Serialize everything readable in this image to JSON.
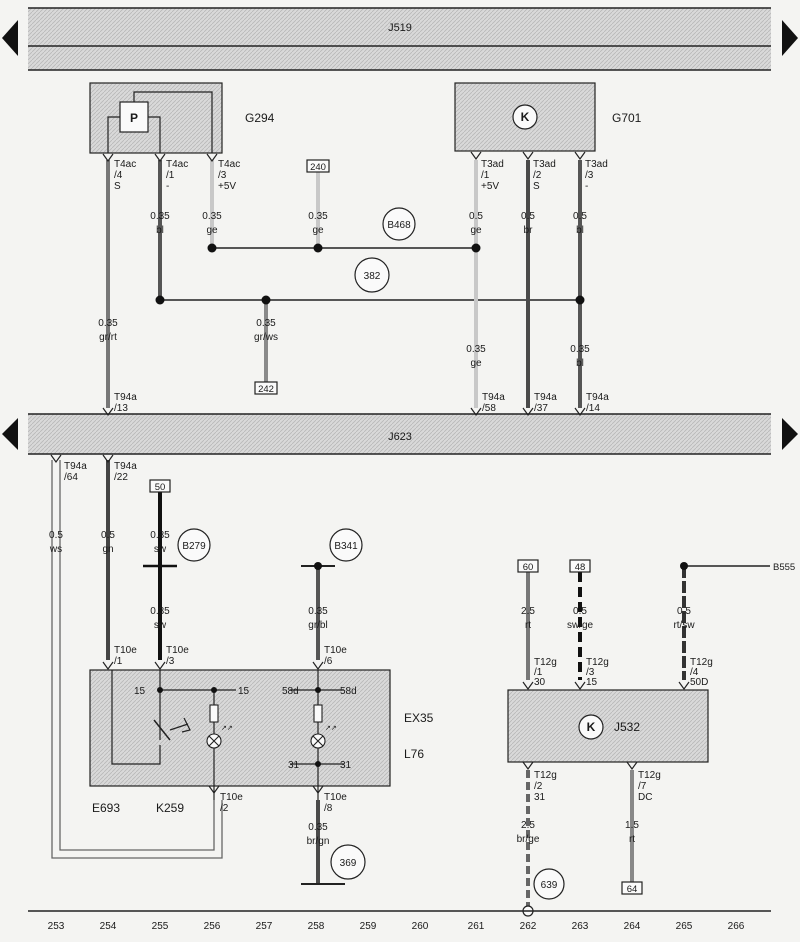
{
  "buses": {
    "top": {
      "label": "J519"
    },
    "mid": {
      "label": "J623"
    }
  },
  "components": {
    "g294": {
      "label": "G294",
      "symbol": "P"
    },
    "g701": {
      "label": "G701",
      "symbol": "K"
    },
    "j532": {
      "label": "J532",
      "symbol": "K"
    },
    "ex35": {
      "label": "EX35"
    },
    "l76": {
      "label": "L76"
    },
    "e693": {
      "label": "E693"
    },
    "k259": {
      "label": "K259"
    }
  },
  "connectors": {
    "g294_s": {
      "l1": "T4ac",
      "l2": "/4",
      "l3": "S"
    },
    "g294_m": {
      "l1": "T4ac",
      "l2": "/1",
      "l3": "-"
    },
    "g294_p": {
      "l1": "T4ac",
      "l2": "/3",
      "l3": "+5V"
    },
    "g701_p": {
      "l1": "T3ad",
      "l2": "/1",
      "l3": "+5V"
    },
    "g701_s": {
      "l1": "T3ad",
      "l2": "/2",
      "l3": "S"
    },
    "g701_m": {
      "l1": "T3ad",
      "l2": "/3",
      "l3": "-"
    },
    "t94a_13": {
      "l1": "T94a",
      "l2": "/13"
    },
    "t94a_58": {
      "l1": "T94a",
      "l2": "/58"
    },
    "t94a_37": {
      "l1": "T94a",
      "l2": "/37"
    },
    "t94a_14": {
      "l1": "T94a",
      "l2": "/14"
    },
    "t94a_64": {
      "l1": "T94a",
      "l2": "/64"
    },
    "t94a_22": {
      "l1": "T94a",
      "l2": "/22"
    },
    "t10e_1": {
      "l1": "T10e",
      "l2": "/1"
    },
    "t10e_3": {
      "l1": "T10e",
      "l2": "/3"
    },
    "t10e_6": {
      "l1": "T10e",
      "l2": "/6"
    },
    "t10e_2": {
      "l1": "T10e",
      "l2": "/2"
    },
    "t10e_8": {
      "l1": "T10e",
      "l2": "/8"
    },
    "t12g_1": {
      "l1": "T12g",
      "l2": "/1",
      "l3": "30"
    },
    "t12g_3": {
      "l1": "T12g",
      "l2": "/3",
      "l3": "15"
    },
    "t12g_4": {
      "l1": "T12g",
      "l2": "/4",
      "l3": "50D"
    },
    "t12g_2": {
      "l1": "T12g",
      "l2": "/2",
      "l3": "31"
    },
    "t12g_7": {
      "l1": "T12g",
      "l2": "/7",
      "l3": "DC"
    }
  },
  "wires": {
    "w254a": {
      "size": "0.35",
      "color": "gr/rt"
    },
    "w255a": {
      "size": "0.35",
      "color": "bl"
    },
    "w256a": {
      "size": "0.35",
      "color": "ge"
    },
    "w258a": {
      "size": "0.35",
      "color": "ge"
    },
    "w258b": {
      "size": "0.35",
      "color": "gr/ws"
    },
    "w261a": {
      "size": "0.5",
      "color": "ge"
    },
    "w261b": {
      "size": "0.35",
      "color": "ge"
    },
    "w262a": {
      "size": "0.5",
      "color": "br"
    },
    "w263a": {
      "size": "0.5",
      "color": "bl"
    },
    "w263b": {
      "size": "0.35",
      "color": "bl"
    },
    "w253": {
      "size": "0.5",
      "color": "ws"
    },
    "w254b": {
      "size": "0.5",
      "color": "gn"
    },
    "w255b": {
      "size": "0.35",
      "color": "sw"
    },
    "w255c": {
      "size": "0.35",
      "color": "sw"
    },
    "w258c": {
      "size": "0.35",
      "color": "gr/bl"
    },
    "w258d": {
      "size": "0.35",
      "color": "br/gn"
    },
    "w262b": {
      "size": "2.5",
      "color": "rt"
    },
    "w263c": {
      "size": "0.5",
      "color": "sw/ge"
    },
    "w265": {
      "size": "0.5",
      "color": "rt/sw"
    },
    "w262c": {
      "size": "2.5",
      "color": "br/ge"
    },
    "w264": {
      "size": "1.5",
      "color": "rt"
    }
  },
  "refs": {
    "r240": "240",
    "r242": "242",
    "r50": "50",
    "r60": "60",
    "r48": "48",
    "r64": "64"
  },
  "circles": {
    "c382": "382",
    "c369": "369",
    "c639": "639",
    "b468": "B468",
    "b279": "B279",
    "b341": "B341"
  },
  "pins": {
    "p15a": "15",
    "p15b": "15",
    "p58da": "58d",
    "p58db": "58d",
    "p31a": "31",
    "p31b": "31"
  },
  "side_label": "B555",
  "grid_numbers": [
    "253",
    "254",
    "255",
    "256",
    "257",
    "258",
    "259",
    "260",
    "261",
    "262",
    "263",
    "264",
    "265",
    "266"
  ]
}
